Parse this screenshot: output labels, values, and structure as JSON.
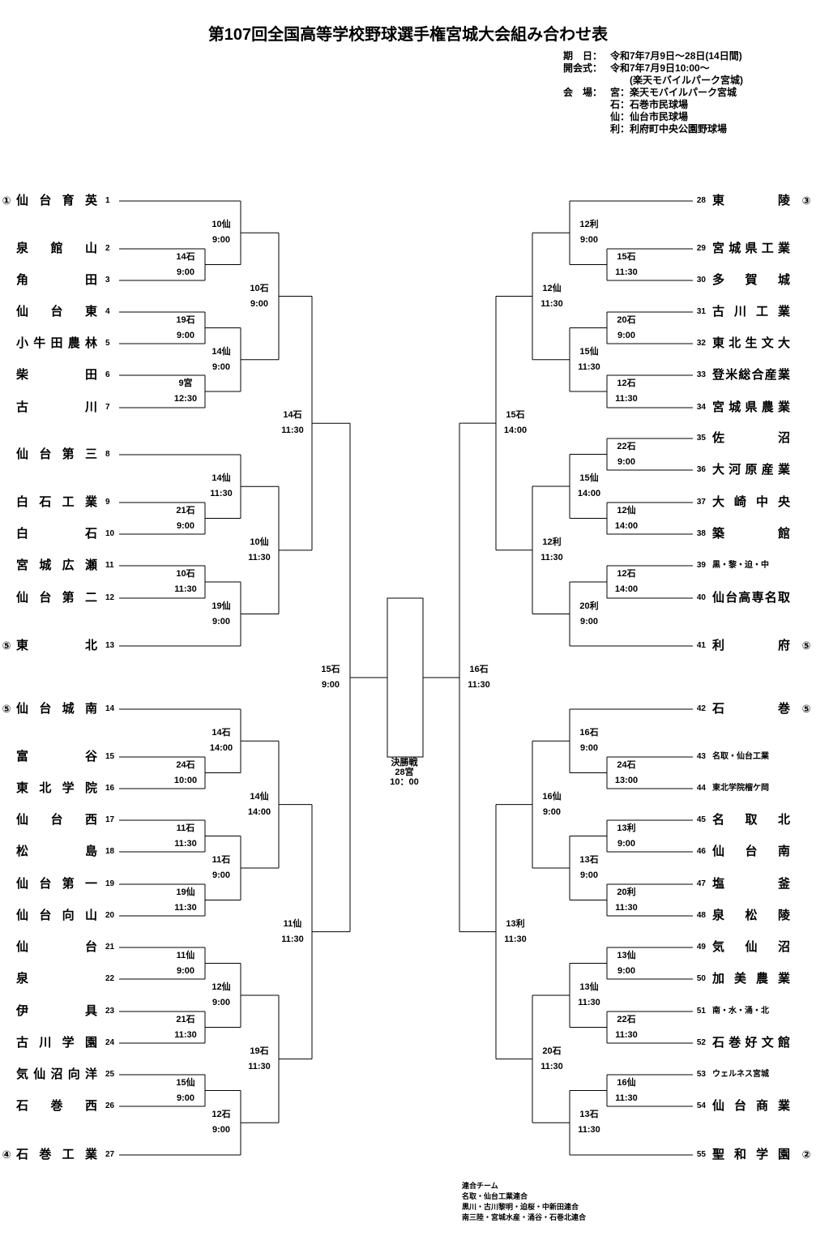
{
  "title": "第107回全国高等学校野球選手権宮城大会組み合わせ表",
  "info": [
    {
      "label": "期　日：",
      "value": "令和7年7月9日～28日(14日間)"
    },
    {
      "label": "開会式：",
      "value": "令和7年7月9日10:00～"
    },
    {
      "label": "",
      "value": "　　(楽天モバイルパーク宮城)"
    },
    {
      "label": "会　場：",
      "value": "宮：楽天モバイルパーク宮城"
    },
    {
      "label": "",
      "value": "石：石巻市民球場"
    },
    {
      "label": "",
      "value": "仙：仙台市民球場"
    },
    {
      "label": "",
      "value": "利：利府町中央公園野球場"
    }
  ],
  "left_teams": [
    {
      "num": "1",
      "name": "仙台育英",
      "mark": "①"
    },
    {
      "num": "2",
      "name": "泉館山",
      "mark": ""
    },
    {
      "num": "3",
      "name": "角田",
      "mark": ""
    },
    {
      "num": "4",
      "name": "仙台東",
      "mark": ""
    },
    {
      "num": "5",
      "name": "小牛田農林",
      "mark": ""
    },
    {
      "num": "6",
      "name": "柴田",
      "mark": ""
    },
    {
      "num": "7",
      "name": "古川",
      "mark": ""
    },
    {
      "num": "8",
      "name": "仙台第三",
      "mark": ""
    },
    {
      "num": "9",
      "name": "白石工業",
      "mark": ""
    },
    {
      "num": "10",
      "name": "白石",
      "mark": ""
    },
    {
      "num": "11",
      "name": "宮城広瀬",
      "mark": ""
    },
    {
      "num": "12",
      "name": "仙台第二",
      "mark": ""
    },
    {
      "num": "13",
      "name": "東北",
      "mark": "⑤"
    },
    {
      "num": "14",
      "name": "仙台城南",
      "mark": "⑤"
    },
    {
      "num": "15",
      "name": "富谷",
      "mark": ""
    },
    {
      "num": "16",
      "name": "東北学院",
      "mark": ""
    },
    {
      "num": "17",
      "name": "仙台西",
      "mark": ""
    },
    {
      "num": "18",
      "name": "松島",
      "mark": ""
    },
    {
      "num": "19",
      "name": "仙台第一",
      "mark": ""
    },
    {
      "num": "20",
      "name": "仙台向山",
      "mark": ""
    },
    {
      "num": "21",
      "name": "仙台",
      "mark": ""
    },
    {
      "num": "22",
      "name": "泉",
      "mark": ""
    },
    {
      "num": "23",
      "name": "伊具",
      "mark": ""
    },
    {
      "num": "24",
      "name": "古川学園",
      "mark": ""
    },
    {
      "num": "25",
      "name": "気仙沼向洋",
      "mark": ""
    },
    {
      "num": "26",
      "name": "石巻西",
      "mark": ""
    },
    {
      "num": "27",
      "name": "石巻工業",
      "mark": "④"
    }
  ],
  "right_teams": [
    {
      "num": "28",
      "name": "東陵",
      "mark": "③"
    },
    {
      "num": "29",
      "name": "宮城県工業",
      "mark": ""
    },
    {
      "num": "30",
      "name": "多賀城",
      "mark": ""
    },
    {
      "num": "31",
      "name": "古川工業",
      "mark": ""
    },
    {
      "num": "32",
      "name": "東北生文大",
      "mark": ""
    },
    {
      "num": "33",
      "name": "登米総合産業",
      "mark": ""
    },
    {
      "num": "34",
      "name": "宮城県農業",
      "mark": ""
    },
    {
      "num": "35",
      "name": "佐沼",
      "mark": ""
    },
    {
      "num": "36",
      "name": "大河原産業",
      "mark": ""
    },
    {
      "num": "37",
      "name": "大崎中央",
      "mark": ""
    },
    {
      "num": "38",
      "name": "築館",
      "mark": ""
    },
    {
      "num": "39",
      "name": "黒・黎・迫・中",
      "mark": ""
    },
    {
      "num": "40",
      "name": "仙台高専名取",
      "mark": ""
    },
    {
      "num": "41",
      "name": "利府",
      "mark": "⑤"
    },
    {
      "num": "42",
      "name": "石巻",
      "mark": "⑤"
    },
    {
      "num": "43",
      "name": "名取・仙台工業",
      "mark": ""
    },
    {
      "num": "44",
      "name": "東北学院榴ケ岡",
      "mark": ""
    },
    {
      "num": "45",
      "name": "名取北",
      "mark": ""
    },
    {
      "num": "46",
      "name": "仙台南",
      "mark": ""
    },
    {
      "num": "47",
      "name": "塩釜",
      "mark": ""
    },
    {
      "num": "48",
      "name": "泉松陵",
      "mark": ""
    },
    {
      "num": "49",
      "name": "気仙沼",
      "mark": ""
    },
    {
      "num": "50",
      "name": "加美農業",
      "mark": ""
    },
    {
      "num": "51",
      "name": "南・水・涌・北",
      "mark": ""
    },
    {
      "num": "52",
      "name": "石巻好文館",
      "mark": ""
    },
    {
      "num": "53",
      "name": "ウェルネス宮城",
      "mark": ""
    },
    {
      "num": "54",
      "name": "仙台商業",
      "mark": ""
    },
    {
      "num": "55",
      "name": "聖和学園",
      "mark": "②"
    }
  ],
  "left_games": [
    {
      "l1": "14石",
      "l2": "9:00"
    },
    {
      "l1": "10仙",
      "l2": "9:00"
    },
    {
      "l1": "19石",
      "l2": "9:00"
    },
    {
      "l1": "9宮",
      "l2": "12:30"
    },
    {
      "l1": "14仙",
      "l2": "9:00"
    },
    {
      "l1": "10石",
      "l2": "9:00"
    },
    {
      "l1": "21石",
      "l2": "9:00"
    },
    {
      "l1": "14仙",
      "l2": "11:30"
    },
    {
      "l1": "10石",
      "l2": "11:30"
    },
    {
      "l1": "19仙",
      "l2": "9:00"
    },
    {
      "l1": "10仙",
      "l2": "11:30"
    },
    {
      "l1": "14石",
      "l2": "11:30"
    },
    {
      "l1": "24石",
      "l2": "10:00"
    },
    {
      "l1": "14石",
      "l2": "14:00"
    },
    {
      "l1": "11石",
      "l2": "11:30"
    },
    {
      "l1": "19仙",
      "l2": "11:30"
    },
    {
      "l1": "11石",
      "l2": "9:00"
    },
    {
      "l1": "14仙",
      "l2": "14:00"
    },
    {
      "l1": "11仙",
      "l2": "9:00"
    },
    {
      "l1": "21石",
      "l2": "11:30"
    },
    {
      "l1": "12仙",
      "l2": "9:00"
    },
    {
      "l1": "15仙",
      "l2": "9:00"
    },
    {
      "l1": "12石",
      "l2": "9:00"
    },
    {
      "l1": "19石",
      "l2": "11:30"
    },
    {
      "l1": "11仙",
      "l2": "11:30"
    },
    {
      "l1": "15石",
      "l2": "9:00"
    }
  ],
  "right_games": [
    {
      "l1": "15石",
      "l2": "11:30"
    },
    {
      "l1": "12利",
      "l2": "9:00"
    },
    {
      "l1": "20石",
      "l2": "9:00"
    },
    {
      "l1": "12石",
      "l2": "11:30"
    },
    {
      "l1": "15仙",
      "l2": "11:30"
    },
    {
      "l1": "12仙",
      "l2": "11:30"
    },
    {
      "l1": "22石",
      "l2": "9:00"
    },
    {
      "l1": "12仙",
      "l2": "14:00"
    },
    {
      "l1": "15仙",
      "l2": "14:00"
    },
    {
      "l1": "12石",
      "l2": "14:00"
    },
    {
      "l1": "20利",
      "l2": "9:00"
    },
    {
      "l1": "12利",
      "l2": "11:30"
    },
    {
      "l1": "15石",
      "l2": "14:00"
    },
    {
      "l1": "24石",
      "l2": "13:00"
    },
    {
      "l1": "16石",
      "l2": "9:00"
    },
    {
      "l1": "13利",
      "l2": "9:00"
    },
    {
      "l1": "20利",
      "l2": "11:30"
    },
    {
      "l1": "13石",
      "l2": "9:00"
    },
    {
      "l1": "16仙",
      "l2": "9:00"
    },
    {
      "l1": "13仙",
      "l2": "9:00"
    },
    {
      "l1": "22石",
      "l2": "11:30"
    },
    {
      "l1": "13仙",
      "l2": "11:30"
    },
    {
      "l1": "16仙",
      "l2": "11:30"
    },
    {
      "l1": "13石",
      "l2": "11:30"
    },
    {
      "l1": "20石",
      "l2": "11:30"
    },
    {
      "l1": "13利",
      "l2": "11:30"
    },
    {
      "l1": "16石",
      "l2": "11:30"
    }
  ],
  "final": {
    "l1": "決勝戦",
    "l2": "28宮",
    "l3": "10：00"
  },
  "union": {
    "heading": "連合チーム",
    "lines": [
      "名取・仙台工業連合",
      "黒川・古川黎明・迫桜・中新田連合",
      "南三陸・宮城水産・涌谷・石巻北連合"
    ]
  }
}
